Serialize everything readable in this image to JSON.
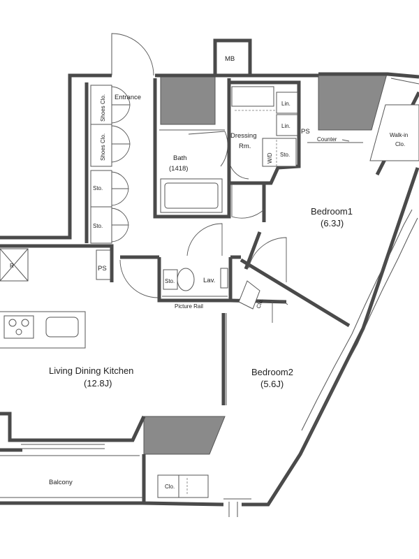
{
  "plan": {
    "rooms": {
      "ldk": {
        "name": "Living Dining Kitchen",
        "area": "(12.8J)"
      },
      "bedroom1": {
        "name": "Bedroom1",
        "area": "(6.3J)"
      },
      "bedroom2": {
        "name": "Bedroom2",
        "area": "(5.6J)"
      },
      "bath": {
        "name": "Bath",
        "area": "(1418)"
      },
      "balcony": {
        "name": "Balcony"
      }
    },
    "labels": {
      "entrance": "Entrance",
      "mb": "MB",
      "shoes_clo_1": "Shoes Clo.",
      "shoes_clo_2": "Shoes Clo.",
      "sto_1": "Sto.",
      "sto_2": "Sto.",
      "dressing_1": "Dressing",
      "dressing_2": "Rm.",
      "lin_1": "Lin.",
      "lin_2": "Lin.",
      "ps_1": "PS",
      "ps_2": "PS",
      "wd": "W/D",
      "sto_3": "Sto.",
      "counter": "Counter",
      "walkin_1": "Walk-in",
      "walkin_2": "Clo.",
      "refrigerator": "R",
      "sto_toilet": "Sto.",
      "lav": "Lav.",
      "picture_rail": "Picture Rail",
      "clo_bed2": "Clo.",
      "clo_balcony": "Clo."
    }
  }
}
